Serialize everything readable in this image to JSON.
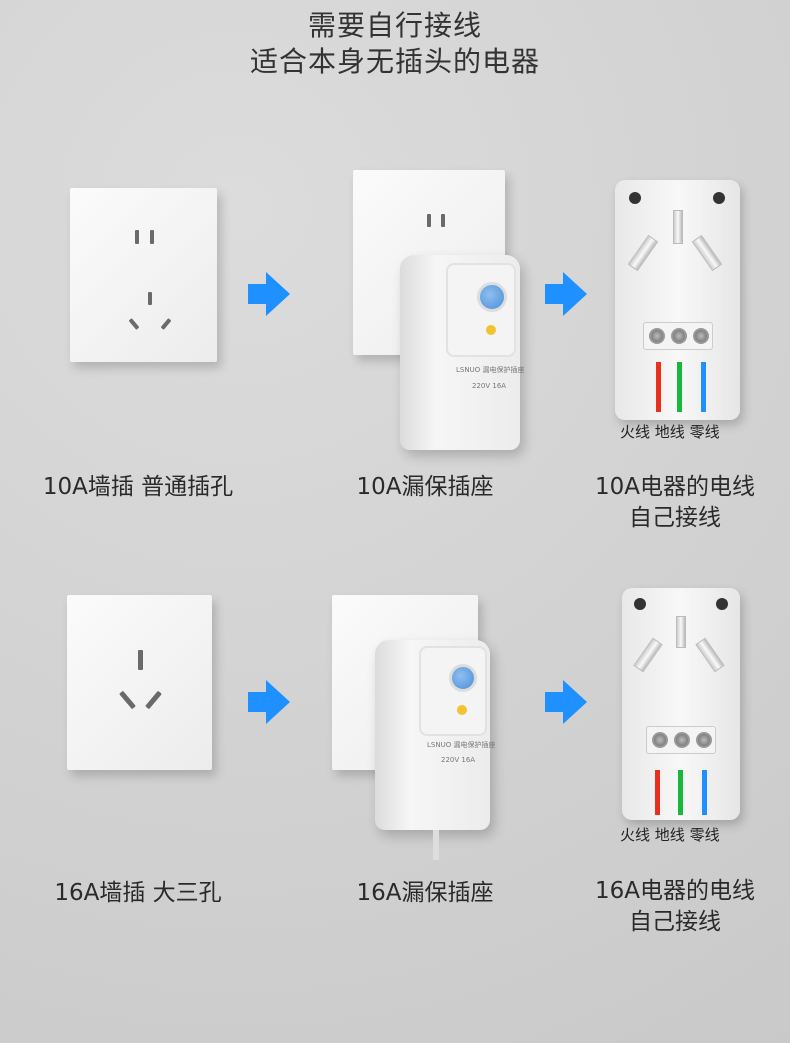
{
  "title": {
    "line1": "需要自行接线",
    "line2": "适合本身无插头的电器"
  },
  "rows": [
    {
      "wall_socket_label": "10A墙插 普通插孔",
      "leakage_socket_label": "10A漏保插座",
      "appliance_label_line1": "10A电器的电线",
      "appliance_label_line2": "自己接线"
    },
    {
      "wall_socket_label": "16A墙插 大三孔",
      "leakage_socket_label": "16A漏保插座",
      "appliance_label_line1": "16A电器的电线",
      "appliance_label_line2": "自己接线"
    }
  ],
  "device": {
    "brand": "LSNUO 漏电保护插座",
    "rating": "220V 16A"
  },
  "wires": {
    "live": "火线",
    "earth": "地线",
    "neutral": "零线"
  },
  "colors": {
    "arrow": "#1e90ff",
    "live": "#e8301c",
    "earth": "#18b83a",
    "neutral": "#1e90ff"
  }
}
